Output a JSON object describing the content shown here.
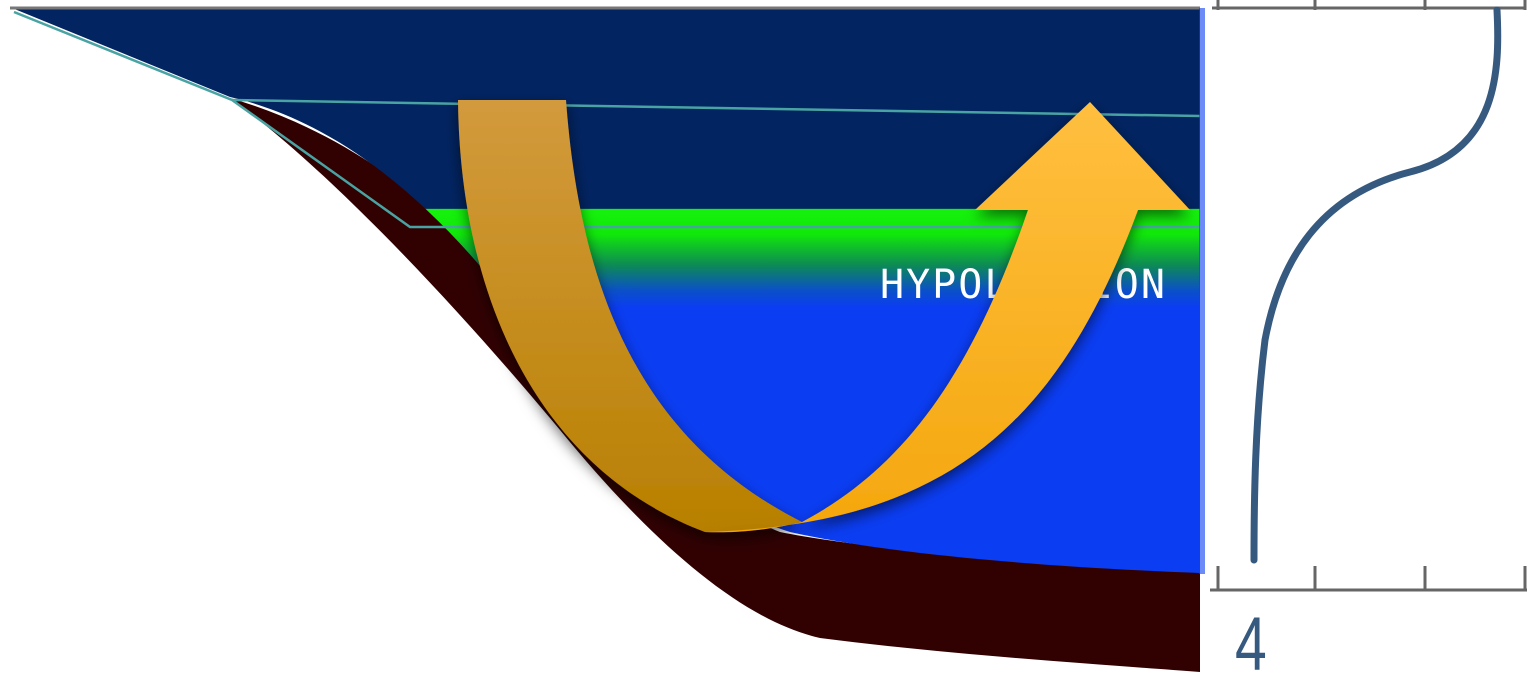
{
  "diagram": {
    "labels": {
      "hypolimnion": "HYPOLIMNION",
      "axis_tick": "4"
    },
    "layers": [
      "epilimnion",
      "metalimnion",
      "hypolimnion",
      "sediment"
    ],
    "colors": {
      "epilimnion": "#022461",
      "thermocline_line": "#4aa3a3",
      "metalimnion_green": "#16f20c",
      "hypolimnion_blue": "#0b3df2",
      "sediment": "#310102",
      "profile_line": "#36597f",
      "axis": "#555555",
      "axis_tick_text": "#36597f",
      "arrow_down_light": "#d39a3d",
      "arrow_down_dark": "#b88000",
      "arrow_up_light": "#ffbf3f",
      "arrow_up_dark": "#f4a70d"
    }
  }
}
